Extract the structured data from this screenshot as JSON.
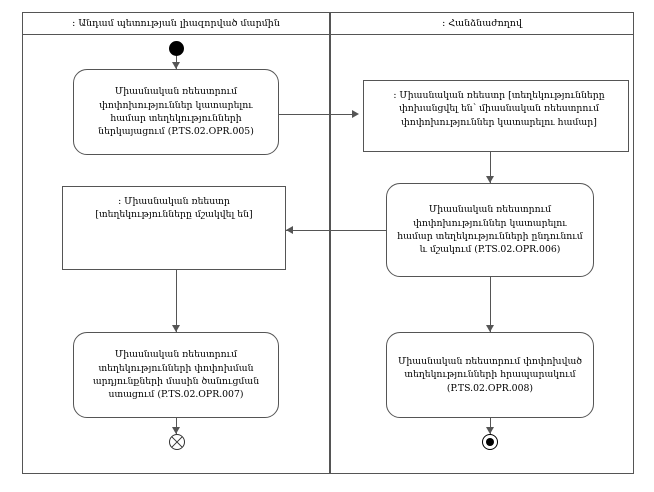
{
  "diagram": {
    "type": "uml-activity-diagram",
    "lanes": [
      {
        "id": "lane-left",
        "title": ": Անդամ պետության լիազորված մարմին"
      },
      {
        "id": "lane-right",
        "title": ": Հանձնաժողով"
      }
    ],
    "nodes": {
      "start": {
        "kind": "initial-node",
        "lane": "lane-left"
      },
      "left_action_1": {
        "kind": "action",
        "lane": "lane-left",
        "text": "Միասնական ռեեստրում փոփոխություններ կատարելու համար տեղեկությունների ներկայացում (P.TS.02.OPR.005)"
      },
      "right_object_1": {
        "kind": "object-node",
        "lane": "lane-right",
        "text": ": Միասնական ռեեստր [տեղեկությունները փոխանցվել են՝ միասնական ռեեստրում փոփոխություններ կատարելու համար]"
      },
      "right_action_1": {
        "kind": "action",
        "lane": "lane-right",
        "text": "Միասնական ռեեստրում փոփոխություններ կատարելու համար տեղեկությունների ընդունում և մշակում (P.TS.02.OPR.006)"
      },
      "left_object_1": {
        "kind": "object-node",
        "lane": "lane-left",
        "text": ": Միասնական ռեեստր [տեղեկությունները մշակվել են]"
      },
      "left_action_2": {
        "kind": "action",
        "lane": "lane-left",
        "text": "Միասնական ռեեստրում տեղեկությունների փոփոխման արդյունքների մասին ծանուցման ստացում (P.TS.02.OPR.007)"
      },
      "right_action_2": {
        "kind": "action",
        "lane": "lane-right",
        "text": "Միասնական ռեեստրում փոփոխված տեղեկությունների հրապարակում (P.TS.02.OPR.008)"
      },
      "left_end": {
        "kind": "flow-final-node",
        "lane": "lane-left"
      },
      "right_end": {
        "kind": "activity-final-node",
        "lane": "lane-right"
      }
    },
    "colors": {
      "stroke": "#555555",
      "fill": "#ffffff",
      "text": "#000000",
      "node_marker": "#000000"
    }
  }
}
